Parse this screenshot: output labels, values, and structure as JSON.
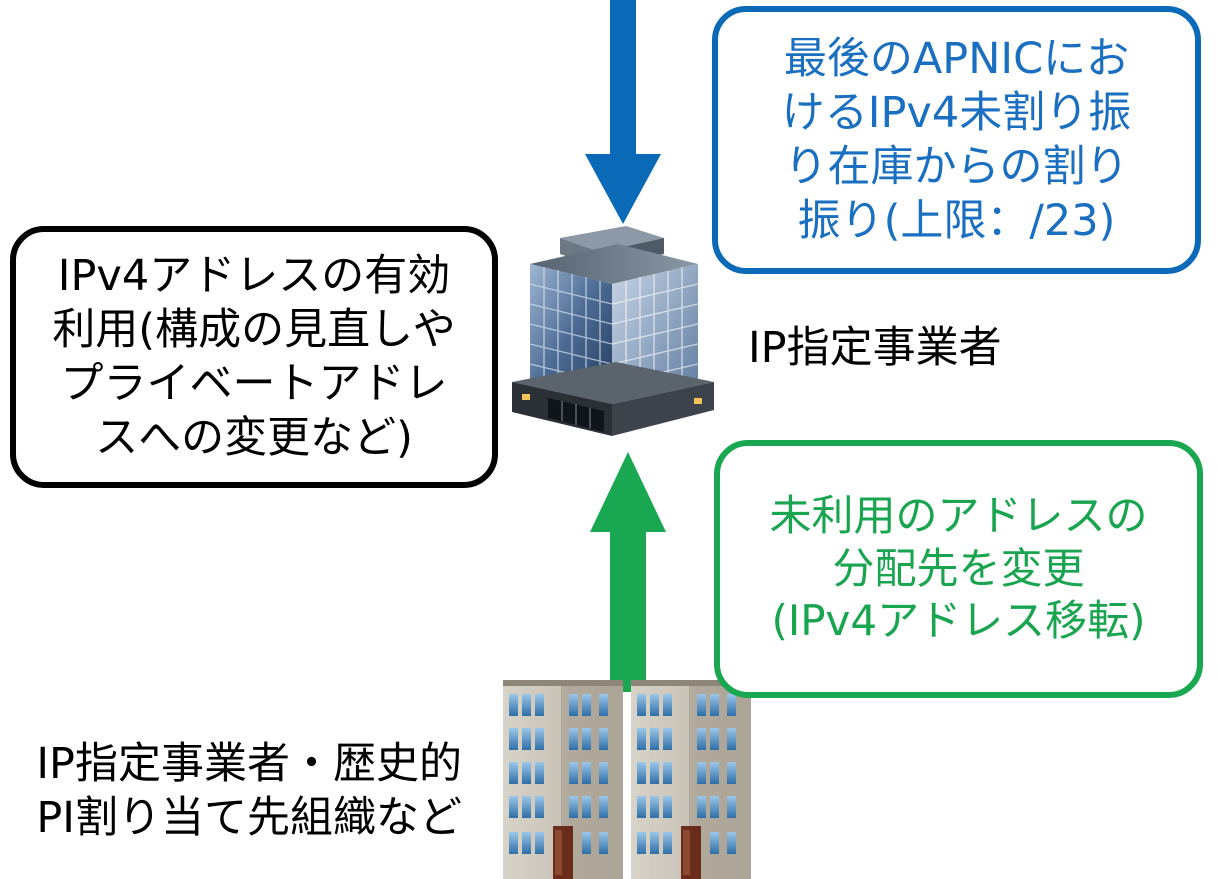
{
  "diagram": {
    "boxes": {
      "effective_use": {
        "text": "IPv4アドレスの有効利用(構成の見直しやプライベートアドレスへの変更など)",
        "lines": [
          "IPv4アドレスの有効",
          "利用(構成の見直しや",
          "プライベートアドレ",
          "スへの変更など)"
        ]
      },
      "apnic": {
        "text": "最後のAPNICにおけるIPv4未割り振り在庫からの割り振り(上限：/23)",
        "lines": [
          "最後のAPNICにお",
          "けるIPv4未割り振",
          "り在庫からの割り",
          "振り(上限：/23)"
        ]
      },
      "transfer": {
        "text": "未利用のアドレスの分配先を変更(IPv4アドレス移転)",
        "lines": [
          "未利用のアドレスの",
          "分配先を変更",
          "(IPv4アドレス移転)"
        ]
      }
    },
    "labels": {
      "lir": "IP指定事業者",
      "others_line1": "IP指定事業者・歴史的",
      "others_line2": "PI割り当て先組織など"
    },
    "colors": {
      "blue": "#0a6ab8",
      "green": "#1aa751",
      "black": "#000000"
    },
    "icons": {
      "top_arrow": "arrow-down-icon",
      "bottom_arrow": "arrow-up-icon",
      "building": "office-building-icon",
      "twin_buildings": "twin-buildings-icon"
    }
  }
}
